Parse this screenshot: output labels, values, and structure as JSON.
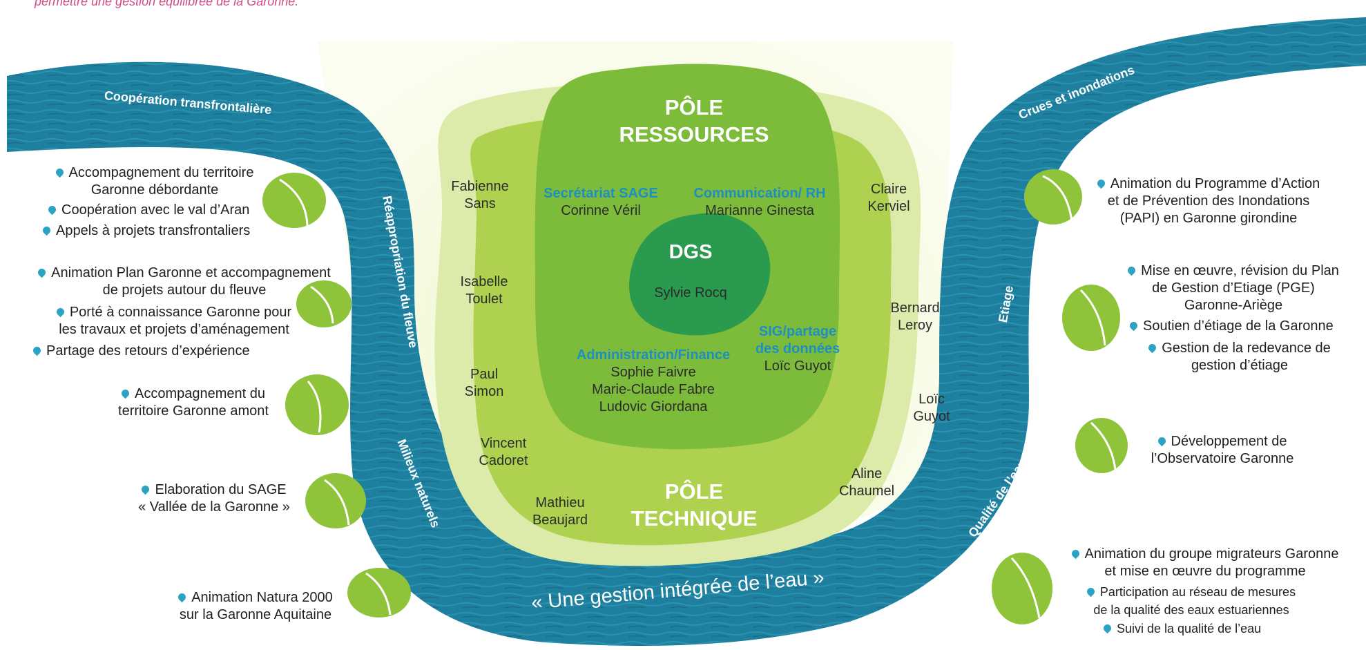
{
  "intro_text": "permettre une gestion équilibrée de la Garonne.",
  "colors": {
    "river": "#1d7f9d",
    "outer_green": "#d9eaa0",
    "mid_green": "#a9cf48",
    "ressources_green": "#7dbc3a",
    "dgs_green": "#2a9a4f",
    "bullet": "#2aa3c4",
    "unit_title": "#1d8fc0",
    "leaf": "#8fc43a"
  },
  "river_labels": {
    "left_top": "Coopération transfrontalière",
    "left_vertical": "Réappropriation du fleuve",
    "left_bottom": "Milieux naturels",
    "right_top": "Crues et inondations",
    "right_mid": "Etiage",
    "right_bottom": "Qualité de l’eau",
    "bottom": "« Une gestion intégrée de l’eau »"
  },
  "poles": {
    "ressources": [
      "PÔLE",
      "RESSOURCES"
    ],
    "technique": [
      "PÔLE",
      "TECHNIQUE"
    ],
    "dgs": {
      "title": "DGS",
      "name": "Sylvie Rocq"
    }
  },
  "units": {
    "secretariat": {
      "title": "Secrétariat SAGE",
      "names": [
        "Corinne Véril"
      ]
    },
    "communication": {
      "title": "Communication/ RH",
      "names": [
        "Marianne Ginesta"
      ]
    },
    "administration": {
      "title": "Administration/Finance",
      "names": [
        "Sophie Faivre",
        "Marie-Claude Fabre",
        "Ludovic Giordana"
      ]
    },
    "sig": {
      "title": [
        "SIG/partage",
        "des données"
      ],
      "names": [
        "Loïc Guyot"
      ]
    }
  },
  "staff": {
    "fabienne": [
      "Fabienne",
      "Sans"
    ],
    "isabelle": [
      "Isabelle",
      "Toulet"
    ],
    "paul": [
      "Paul",
      "Simon"
    ],
    "vincent": [
      "Vincent",
      "Cadoret"
    ],
    "mathieu": [
      "Mathieu",
      "Beaujard"
    ],
    "claire": [
      "Claire",
      "Kerviel"
    ],
    "bernard": [
      "Bernard",
      "Leroy"
    ],
    "loic": [
      "Loïc",
      "Guyot"
    ],
    "aline": [
      "Aline",
      "Chaumel"
    ]
  },
  "missions_left": {
    "group1": [
      [
        "Accompagnement du territoire",
        "Garonne débordante"
      ],
      [
        "Coopération avec le val d’Aran"
      ],
      [
        "Appels à projets transfrontaliers"
      ]
    ],
    "group2": [
      [
        "Animation Plan Garonne et accompagnement",
        "de projets autour du fleuve"
      ],
      [
        "Porté à connaissance Garonne pour",
        "les travaux et projets d’aménagement"
      ],
      [
        "Partage des retours d’expérience"
      ]
    ],
    "group3": [
      [
        "Accompagnement du",
        "territoire Garonne amont"
      ]
    ],
    "group4": [
      [
        "Elaboration du SAGE",
        "« Vallée de la Garonne »"
      ]
    ],
    "group5": [
      [
        "Animation Natura 2000",
        "sur la Garonne Aquitaine"
      ]
    ]
  },
  "missions_right": {
    "group1": [
      [
        "Animation du Programme d’Action",
        "et de Prévention des Inondations",
        "(PAPI) en Garonne girondine"
      ]
    ],
    "group2": [
      [
        "Mise en œuvre, révision du Plan",
        "de Gestion d’Etiage (PGE)",
        "Garonne-Ariège"
      ],
      [
        "Soutien d’étiage de la Garonne"
      ],
      [
        "Gestion de la redevance de",
        "gestion d’étiage"
      ]
    ],
    "group3": [
      [
        "Développement de",
        "l’Observatoire Garonne"
      ]
    ],
    "group4": [
      [
        "Animation du groupe migrateurs Garonne",
        "et mise en œuvre du programme"
      ],
      [
        "Participation au réseau de mesures",
        "de la qualité des eaux estuariennes"
      ],
      [
        "Suivi de la qualité de l’eau"
      ]
    ]
  }
}
